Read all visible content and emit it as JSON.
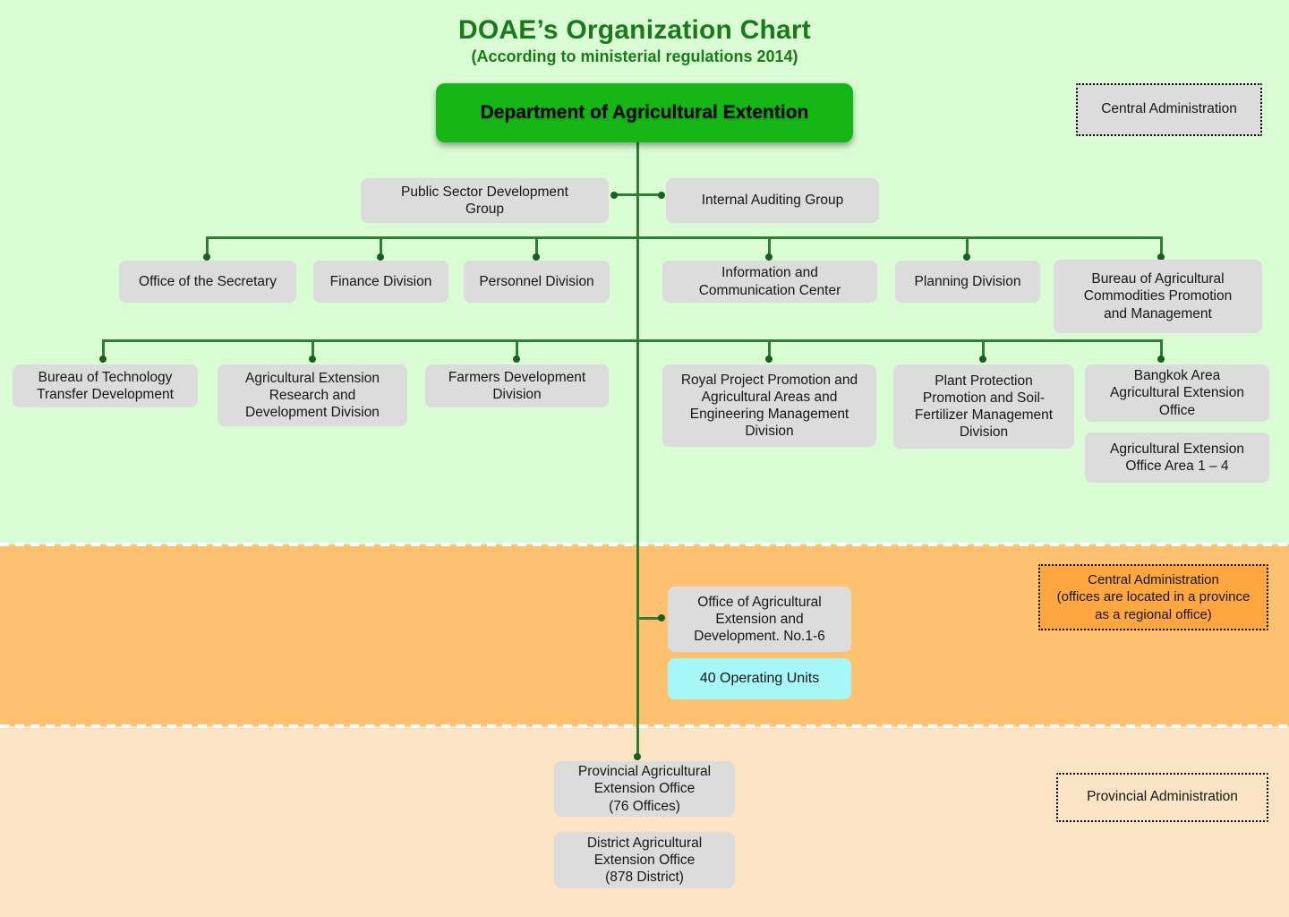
{
  "header": {
    "title": "DOAE’s Organization Chart",
    "subtitle": "(According to ministerial regulations 2014)"
  },
  "root": {
    "label": "Department of Agricultural Extention"
  },
  "staff_row": {
    "public_sector": {
      "label": "Public Sector Development\nGroup"
    },
    "internal_audit": {
      "label": "Internal Auditing Group"
    }
  },
  "row1": {
    "secretary": {
      "label": "Office of the Secretary"
    },
    "finance": {
      "label": "Finance Division"
    },
    "personnel": {
      "label": "Personnel Division"
    },
    "info_center": {
      "label": "Information and\nCommunication Center"
    },
    "planning": {
      "label": "Planning Division"
    },
    "commodities": {
      "label": "Bureau of Agricultural\nCommodities Promotion\nand Management"
    }
  },
  "row2": {
    "tech_transfer": {
      "label": "Bureau of Technology\nTransfer Development"
    },
    "research": {
      "label": "Agricultural Extension\nResearch and\nDevelopment Division"
    },
    "farmers": {
      "label": "Farmers Development\nDivision"
    },
    "royal_project": {
      "label": "Royal Project Promotion and\nAgricultural Areas and\nEngineering Management\nDivision"
    },
    "plant_protection": {
      "label": "Plant Protection\nPromotion and Soil-\nFertilizer Management\nDivision"
    },
    "bangkok": {
      "label": "Bangkok Area\nAgricultural Extension\nOffice"
    },
    "area_1_4": {
      "label": "Agricultural Extension\nOffice Area 1 – 4"
    }
  },
  "regional": {
    "office": {
      "label": "Office of Agricultural\nExtension and\nDevelopment. No.1-6"
    },
    "operating_units": {
      "label": "40 Operating Units"
    }
  },
  "provincial": {
    "provincial_office": {
      "label": "Provincial Agricultural\nExtension Office\n(76 Offices)"
    },
    "district_office": {
      "label": "District Agricultural\nExtension Office\n(878 District)"
    }
  },
  "legend": {
    "central": {
      "label": "Central Administration"
    },
    "central_regional": {
      "label": "Central Administration\n(offices are located in a province\nas a regional office)"
    },
    "provincial": {
      "label": "Provincial Administration"
    }
  },
  "colors": {
    "background_green": "#d9fcd4",
    "band_orange": "#fdc170",
    "band_peach": "#fbe4c3",
    "node_gray": "#dcdcdc",
    "root_green": "#16b616",
    "operating_units_cyan": "#a7f6f8",
    "legend_orange": "#fea640",
    "connector_green": "#2e7d32",
    "title_green": "#1a7a1a"
  }
}
